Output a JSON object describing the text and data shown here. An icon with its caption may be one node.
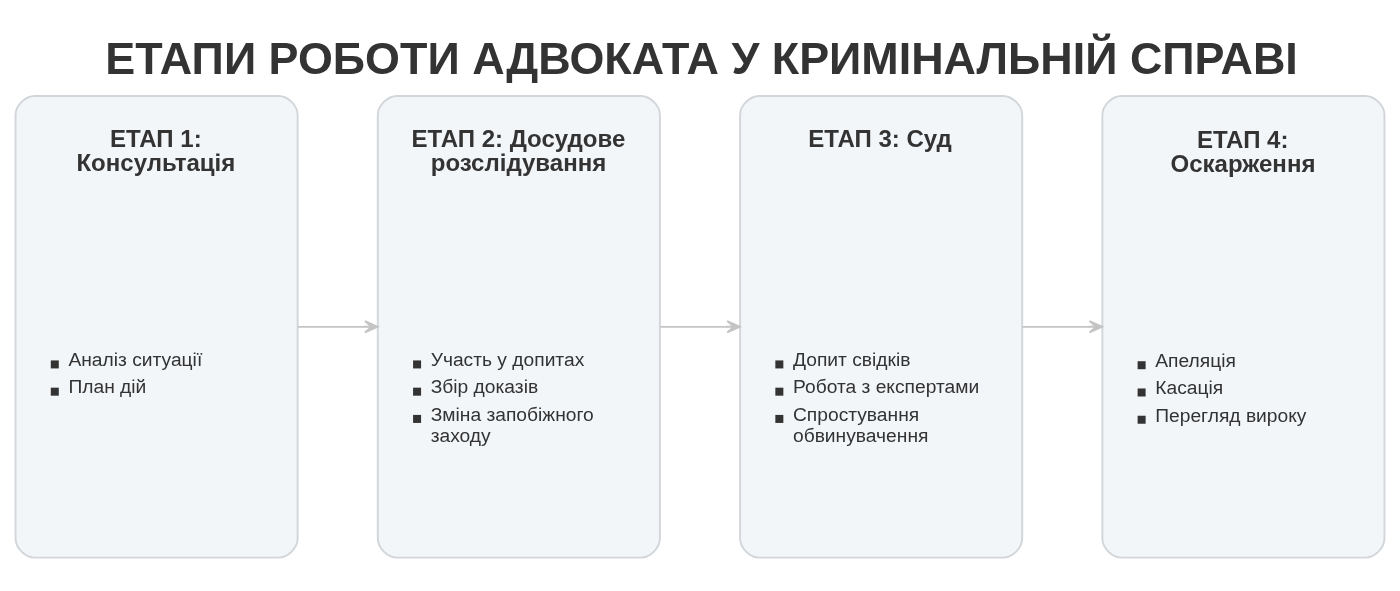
{
  "diagram": {
    "title": "ЕТАПИ РОБОТИ АДВОКАТА У КРИМІНАЛЬНІЙ СПРАВІ",
    "nodes": [
      {
        "text": [
          "ЕТАП 1: Консультація",
          "Аналіз ситуації",
          "План дій"
        ]
      },
      {
        "text": [
          "ЕТАП 2: Досудове розслідування",
          "Участь у допитах",
          "Збір доказів",
          "Зміна запобіжного заходу"
        ]
      },
      {
        "text": [
          "ЕТАП 3: Суд",
          "Допит свідків",
          "Робота з експертами",
          "Спростування обвинувачення"
        ]
      },
      {
        "text": [
          "ЕТАП 4: Оскарження",
          "Апеляція",
          "Касація",
          "Перегляд вироку"
        ]
      }
    ],
    "edges": [
      {
        "from": 0,
        "to": 1,
        "arrow": "to"
      },
      {
        "from": 1,
        "to": 2,
        "arrow": "to"
      },
      {
        "from": 2,
        "to": 3,
        "arrow": "to"
      }
    ]
  }
}
